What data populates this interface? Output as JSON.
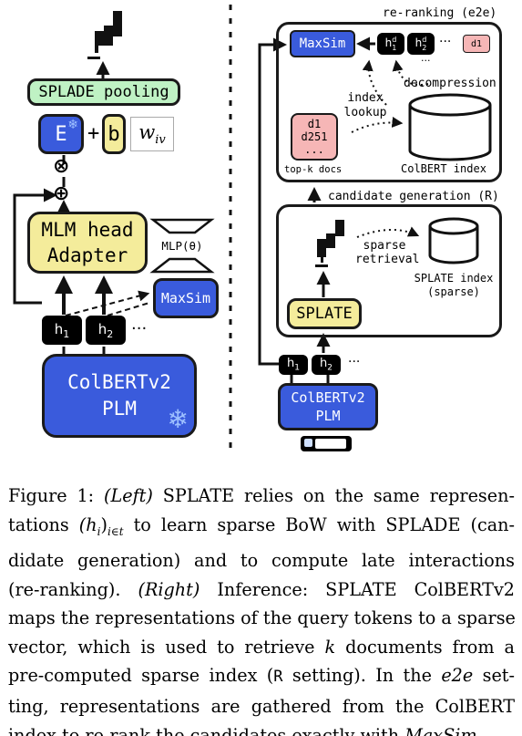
{
  "left": {
    "splade_pooling": "SPLADE pooling",
    "embedding_label": "E",
    "plus": "+",
    "bias_label": "b",
    "weight_label": "w_{iv}",
    "times_symbol": "⊗",
    "add_symbol": "⊕",
    "mlm_head_line1": "MLM head",
    "mlm_head_line2": "Adapter",
    "mlp_label": "MLP(θ)",
    "maxsim": "MaxSim",
    "tokens": [
      "h1",
      "h2"
    ],
    "ellipsis": "···",
    "plm_line1": "ColBERTv2",
    "plm_line2": "PLM",
    "snowflake": "❄"
  },
  "right": {
    "reranking_title": "re-ranking (e2e)",
    "maxsim": "MaxSim",
    "doc_tokens": [
      "h1d",
      "h2d"
    ],
    "doc_ellipsis": "···",
    "d1_small": "d1",
    "below_ellipsis": "···",
    "index_lookup_line1": "index",
    "index_lookup_line2": "lookup",
    "decompression": "decompression",
    "topk_docs": [
      "d1",
      "d251",
      "..."
    ],
    "topk_caption": "top-k docs",
    "colbert_index": "ColBERT index",
    "candidate_generation": "candidate generation (R)",
    "sparse_retrieval_line1": "sparse",
    "sparse_retrieval_line2": "retrieval",
    "splate_index_line1": "SPLATE index",
    "splate_index_line2": "(sparse)",
    "splate": "SPLATE",
    "tokens": [
      "h1",
      "h2"
    ],
    "ellipsis": "···",
    "plm_line1": "ColBERTv2",
    "plm_line2": "PLM"
  },
  "caption": {
    "lines": [
      [
        "Figure 1: ",
        "(Left)",
        " SPLATE relies on the same represen-"
      ],
      [
        "tations ",
        "(h",
        "i",
        ")",
        "i∈t",
        " to learn sparse BoW with SPLADE (can-"
      ],
      [
        "didate generation) and to compute late interactions"
      ],
      [
        "(re-ranking). ",
        "(Right)",
        " Inference: SPLATE ColBERTv2"
      ],
      [
        "maps the representations of the query tokens to a sparse"
      ],
      [
        "vector, which is used to retrieve ",
        "k",
        " documents from a"
      ],
      [
        "pre-computed sparse index (",
        "R",
        " setting). In the ",
        "e2e",
        " set-"
      ],
      [
        "ting, representations are gathered from the ColBERT"
      ],
      [
        "index to re-rank the candidates exactly with ",
        "MaxSim",
        "."
      ]
    ]
  },
  "colors": {
    "blue": "#3a5bdc",
    "yellow": "#f4ec9b",
    "green": "#bff2c4",
    "pink": "#f6b6b6"
  }
}
